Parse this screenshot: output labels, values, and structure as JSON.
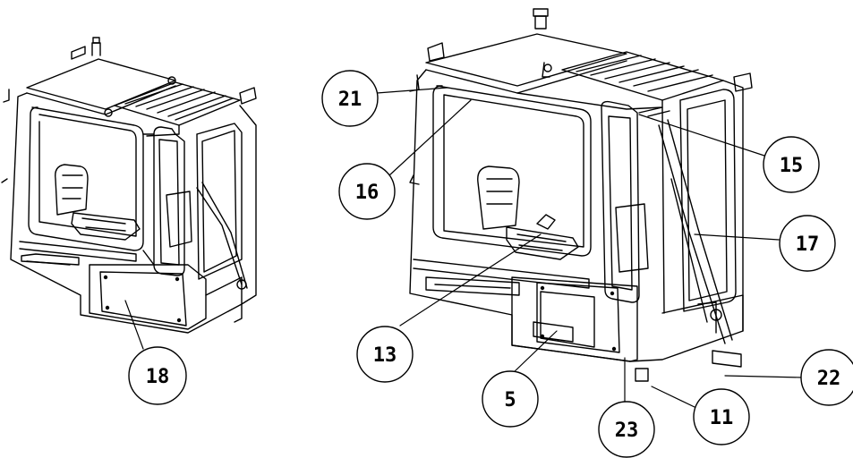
{
  "colors": {
    "line": "#000000",
    "background": "#ffffff"
  },
  "callouts": {
    "c18": "18",
    "c21": "21",
    "c16": "16",
    "c15": "15",
    "c17": "17",
    "c13": "13",
    "c5": "5",
    "c23": "23",
    "c11": "11",
    "c22": "22"
  }
}
